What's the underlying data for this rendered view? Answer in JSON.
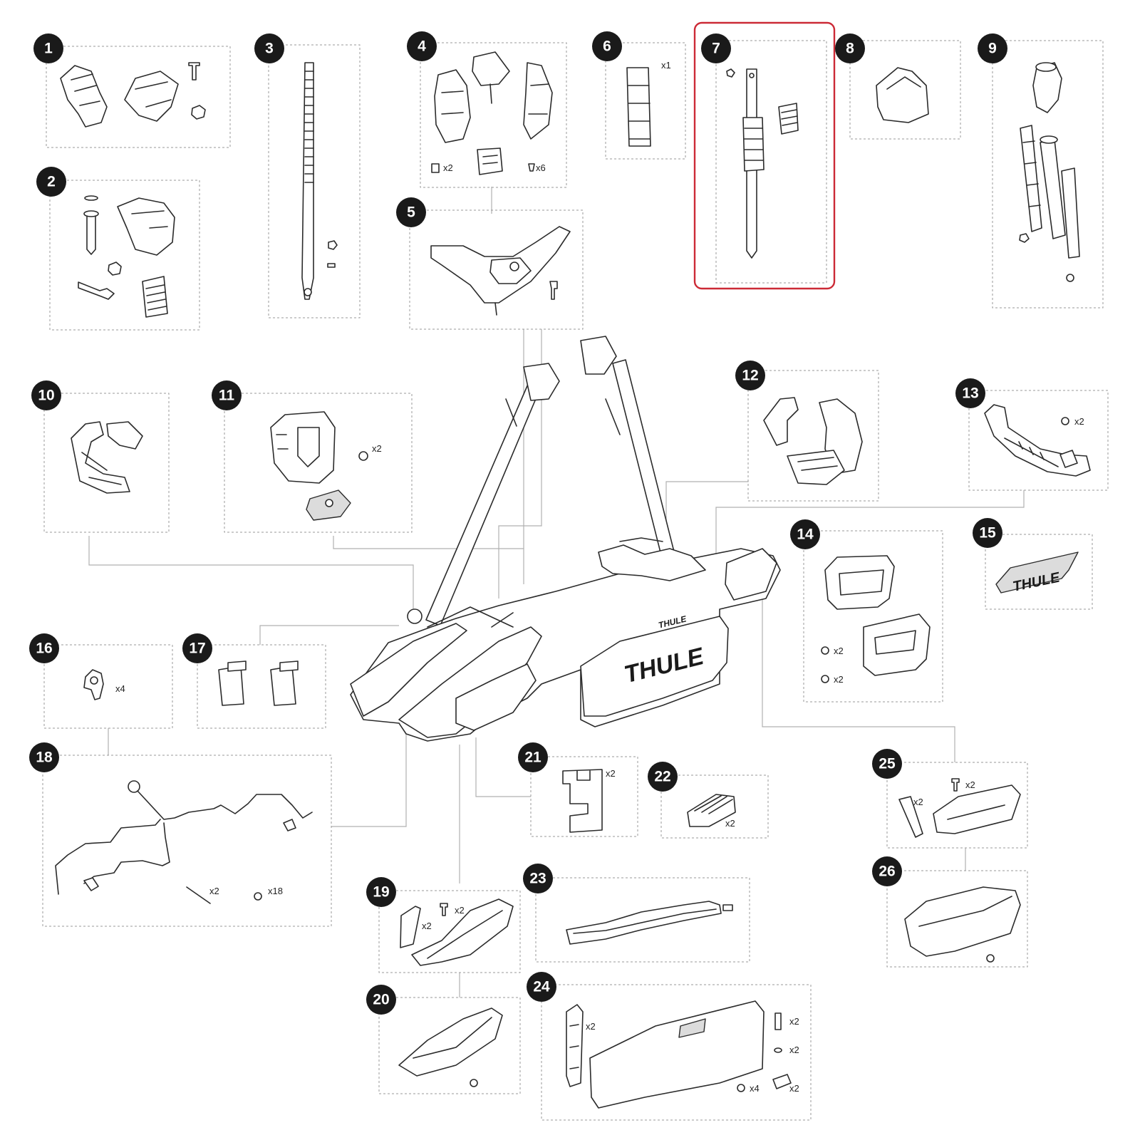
{
  "diagram": {
    "parts": [
      {
        "number": "1"
      },
      {
        "number": "2"
      },
      {
        "number": "3"
      },
      {
        "number": "4",
        "quantities": [
          "x2",
          "x6"
        ]
      },
      {
        "number": "5"
      },
      {
        "number": "6",
        "quantities": [
          "x1"
        ]
      },
      {
        "number": "7",
        "highlighted": true
      },
      {
        "number": "8"
      },
      {
        "number": "9"
      },
      {
        "number": "10"
      },
      {
        "number": "11",
        "quantities": [
          "x2"
        ]
      },
      {
        "number": "12"
      },
      {
        "number": "13",
        "quantities": [
          "x2"
        ]
      },
      {
        "number": "14",
        "quantities": [
          "x2",
          "x2"
        ]
      },
      {
        "number": "15"
      },
      {
        "number": "16",
        "quantities": [
          "x4"
        ]
      },
      {
        "number": "17"
      },
      {
        "number": "18",
        "quantities": [
          "x2",
          "x18"
        ]
      },
      {
        "number": "19",
        "quantities": [
          "x2",
          "x2"
        ]
      },
      {
        "number": "20"
      },
      {
        "number": "21",
        "quantities": [
          "x2"
        ]
      },
      {
        "number": "22",
        "quantities": [
          "x2"
        ]
      },
      {
        "number": "23"
      },
      {
        "number": "24",
        "quantities": [
          "x2",
          "x2",
          "x2",
          "x4",
          "x2"
        ]
      },
      {
        "number": "25",
        "quantities": [
          "x2",
          "x2"
        ]
      },
      {
        "number": "26"
      }
    ],
    "brand_logo": "THULE",
    "highlight_color": "#cc2a36"
  }
}
